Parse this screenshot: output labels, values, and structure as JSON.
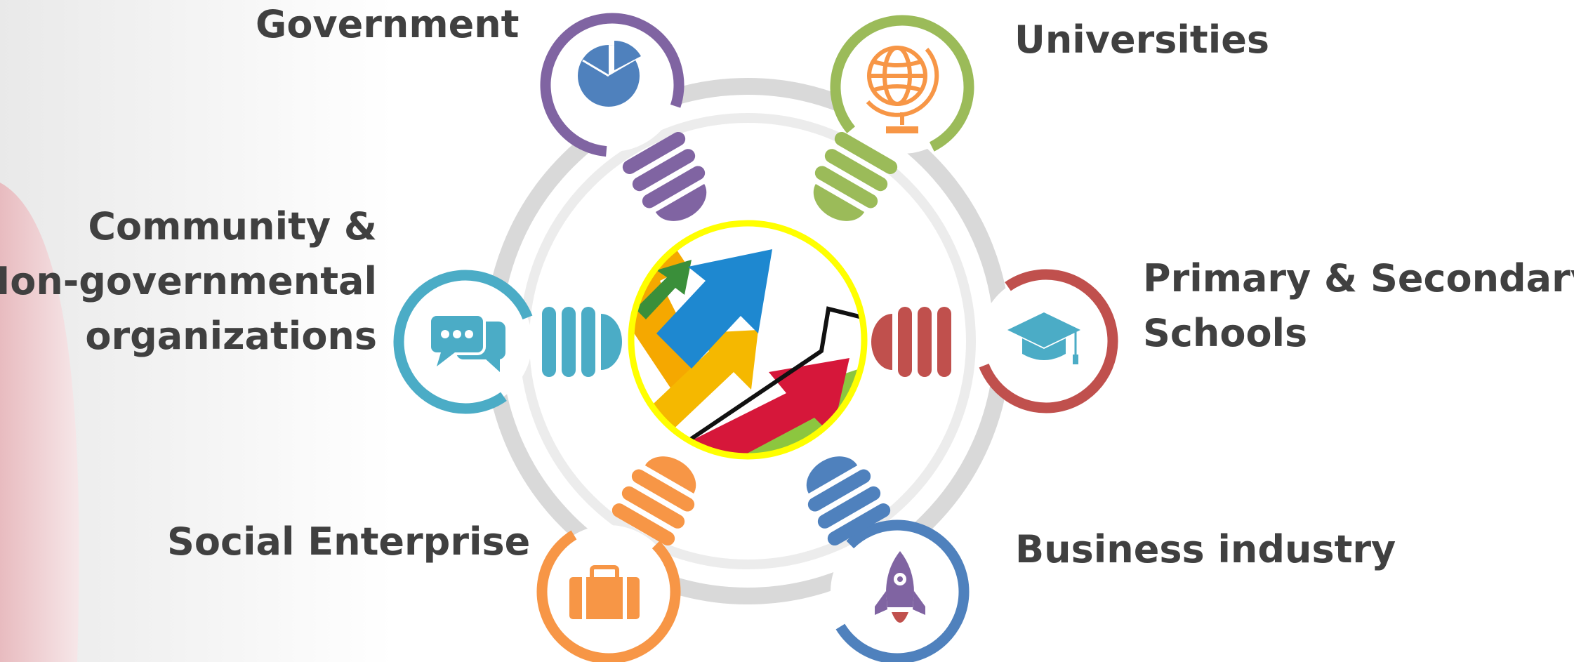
{
  "diagram": {
    "labels": {
      "government": "Government",
      "universities": "Universities",
      "community": [
        "Community &",
        "Non-governmental",
        "organizations"
      ],
      "schools": [
        "Primary & Secondary",
        "Schools"
      ],
      "social_enterprise": "Social Enterprise",
      "business": "Business industry"
    },
    "nodes": [
      {
        "key": "government",
        "color": "#8064A2",
        "icon": "pie-chart-icon"
      },
      {
        "key": "universities",
        "color": "#9BBB59",
        "icon": "globe-icon"
      },
      {
        "key": "community",
        "color": "#4BACC6",
        "icon": "chat-bubbles-icon"
      },
      {
        "key": "schools",
        "color": "#C0504D",
        "icon": "graduation-cap-icon"
      },
      {
        "key": "social_enterprise",
        "color": "#F79646",
        "icon": "briefcase-icon"
      },
      {
        "key": "business",
        "color": "#4F81BD",
        "icon": "rocket-icon"
      }
    ],
    "center": {
      "border_color": "#FFFF00",
      "image": "growth-arrows-image"
    },
    "ring_color": "#D9D9D9"
  }
}
